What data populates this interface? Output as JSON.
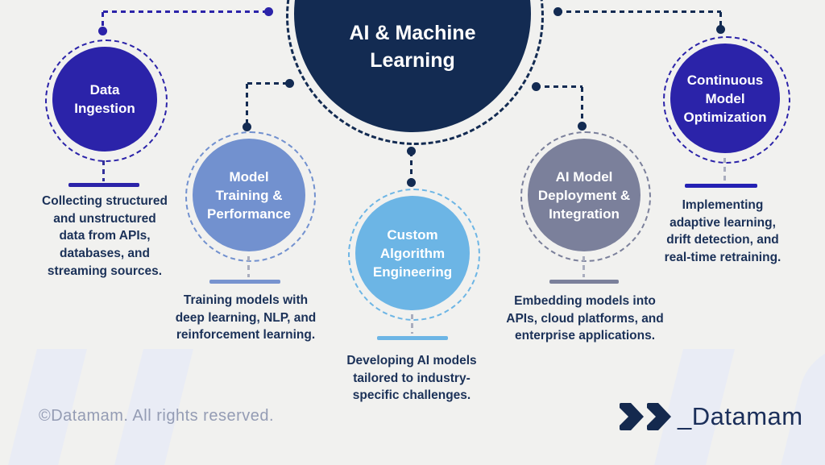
{
  "center": {
    "title": "AI & Machine Learning",
    "title_lines": [
      "AI & Machine",
      "Learning"
    ],
    "color": "#132b52"
  },
  "nodes": [
    {
      "id": "data-ingestion",
      "title": "Data Ingestion",
      "title_lines": [
        "Data",
        "Ingestion"
      ],
      "description": "Collecting structured and unstructured data from APIs, databases, and streaming sources.",
      "desc_lines": [
        "Collecting structured",
        "and unstructured",
        "data from APIs,",
        "databases, and",
        "streaming sources."
      ],
      "color": "#2b23a9"
    },
    {
      "id": "model-training-performance",
      "title": "Model Training & Performance",
      "title_lines": [
        "Model",
        "Training &",
        "Performance"
      ],
      "description": "Training models with deep learning, NLP, and reinforcement learning.",
      "desc_lines": [
        "Training models with",
        "deep learning, NLP, and",
        "reinforcement learning."
      ],
      "color": "#7291cf"
    },
    {
      "id": "custom-algorithm-engineering",
      "title": "Custom Algorithm Engineering",
      "title_lines": [
        "Custom",
        "Algorithm",
        "Engineering"
      ],
      "description": "Developing AI models tailored to industry-specific challenges.",
      "desc_lines": [
        "Developing AI models",
        "tailored to industry-",
        "specific challenges."
      ],
      "color": "#6cb5e5"
    },
    {
      "id": "ai-model-deployment-integration",
      "title": "AI Model Deployment & Integration",
      "title_lines": [
        "AI Model",
        "Deployment &",
        "Integration"
      ],
      "description": "Embedding models into APIs, cloud platforms, and enterprise applications.",
      "desc_lines": [
        "Embedding models into",
        "APIs, cloud platforms, and",
        "enterprise applications."
      ],
      "color": "#7b809b"
    },
    {
      "id": "continuous-model-optimization",
      "title": "Continuous Model Optimization",
      "title_lines": [
        "Continuous",
        "Model",
        "Optimization"
      ],
      "description": "Implementing adaptive learning, drift detection, and real-time retraining.",
      "desc_lines": [
        "Implementing",
        "adaptive learning,",
        "drift detection, and",
        "real-time retraining."
      ],
      "color": "#2b23a9"
    }
  ],
  "footer": {
    "copyright": "©Datamam. All rights reserved.",
    "brand": "_Datamam"
  },
  "theme": {
    "background": "#f1f1ef",
    "stripe": "#e9ecf5",
    "navy": "#132b52",
    "royal_blue": "#2b23a9",
    "cornflower": "#7291cf",
    "light_blue": "#6cb5e5",
    "gray": "#7b809b",
    "text_navy": "#1b3158",
    "muted_gray": "#949cb4"
  }
}
